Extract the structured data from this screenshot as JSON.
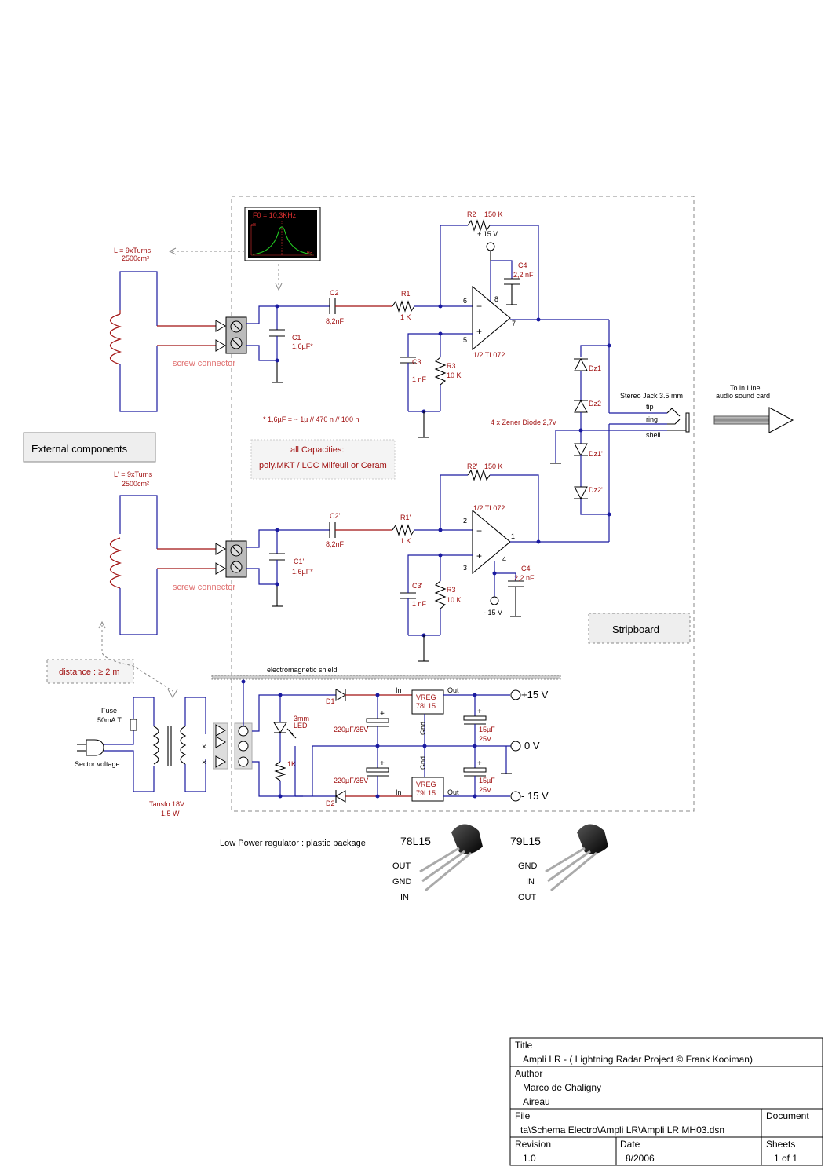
{
  "title_block": {
    "title_label": "Title",
    "title_value": "Ampli LR - ( Lightning Radar Project © Frank Kooiman)",
    "author_label": "Author",
    "author_line1": "Marco de Chaligny",
    "author_line2": "Aireau",
    "file_label": "File",
    "file_value": "ta\\Schema Electro\\Ampli LR\\Ampli LR MH03.dsn",
    "document_label": "Document",
    "revision_label": "Revision",
    "revision_value": "1.0",
    "date_label": "Date",
    "date_value": "8/2006",
    "sheets_label": "Sheets",
    "sheets_value": "1 of 1"
  },
  "labels": {
    "antenna_top": "L = 9xTurns",
    "antenna_top_area": "2500cm²",
    "antenna_bottom": "L' = 9xTurns",
    "antenna_bottom_area": "2500cm²",
    "filter_title": "F0 = 10,3KHz",
    "filter_db": "dB",
    "filter_hz": "Hz",
    "screw_connector_top": "screw connector",
    "screw_connector_bottom": "screw connector",
    "external_components": "External components",
    "stripboard": "Stripboard",
    "capacity_note": "* 1,6µF = ~ 1µ // 470 n // 100 n",
    "all_capacities_1": "all Capacities:",
    "all_capacities_2": "poly.MKT / LCC Milfeuil or Ceram",
    "c1": "C1",
    "c1_val": "1,6µF*",
    "c2": "C2",
    "c2_val": "8,2nF",
    "r1": "R1",
    "r1_val": "1 K",
    "r2": "R2",
    "r2_val": "150 K",
    "c3": "C3",
    "c3_val": "1 nF",
    "r3": "R3",
    "r3_val": "10 K",
    "c4": "C4",
    "c4_val": "2,2 nF",
    "plus15_small": "+ 15 V",
    "opamp_top": "1/2 TL072",
    "pin6": "6",
    "pin5": "5",
    "pin7": "7",
    "pin8": "8",
    "c1p": "C1'",
    "c1p_val": "1,6µF*",
    "c2p": "C2'",
    "c2p_val": "8,2nF",
    "r1p": "R1'",
    "r1p_val": "1 K",
    "r2p": "R2'",
    "r2p_val": "150 K",
    "c3p": "C3'",
    "c3p_val": "1 nF",
    "r3p": "R3",
    "r3p_val": "10 K",
    "c4p": "C4'",
    "c4p_val": "2,2 nF",
    "minus15_small": "- 15 V",
    "opamp_bottom": "1/2 TL072",
    "pin2": "2",
    "pin3": "3",
    "pin1": "1",
    "pin4": "4",
    "dz1": "Dz1",
    "dz2": "Dz2",
    "dz1p": "Dz1'",
    "dz2p": "Dz2'",
    "zener_note": "4 x Zener Diode 2,7v",
    "stereo_jack": "Stereo Jack 3.5 mm",
    "tip": "tip",
    "ring": "ring",
    "shell": "shell",
    "to_line_1": "To in Line",
    "to_line_2": "audio sound card",
    "distance": "distance : ≥ 2 m",
    "em_shield": "electromagnetic shield",
    "fuse": "Fuse",
    "fuse_val": "50mA T",
    "sector_voltage": "Sector voltage",
    "transfo": "Tansfo 18V",
    "transfo_va": "1,5 W",
    "d1": "D1",
    "d2": "D2",
    "led": "3mm",
    "led2": "LED",
    "r_led": "1K",
    "cap_big_top": "220µF/35V",
    "cap_big_bottom": "220µF/35V",
    "in_top": "In",
    "out_top": "Out",
    "in_bottom": "In",
    "out_bottom": "Out",
    "vreg_top": "VREG",
    "vreg_top_part": "78L15",
    "vreg_bottom": "VREG",
    "vreg_bottom_part": "79L15",
    "gnd_top": "Gnd",
    "gnd_bottom": "Gnd",
    "cap_small_top": "15µF",
    "cap_small_top_v": "25V",
    "cap_small_bottom": "15µF",
    "cap_small_bottom_v": "25V",
    "out_plus15": "+15 V",
    "out_0v": "0 V",
    "out_minus15": "- 15 V",
    "low_power_note": "Low Power regulator : plastic package",
    "pkg1_name": "78L15",
    "pkg1_p1": "OUT",
    "pkg1_p2": "GND",
    "pkg1_p3": "IN",
    "pkg2_name": "79L15",
    "pkg2_p1": "GND",
    "pkg2_p2": "IN",
    "pkg2_p3": "OUT"
  },
  "colors": {
    "wire": "#1a1aa0",
    "label_red": "#a01010",
    "filter_bg": "#000000",
    "filter_curve": "#22cc22"
  }
}
